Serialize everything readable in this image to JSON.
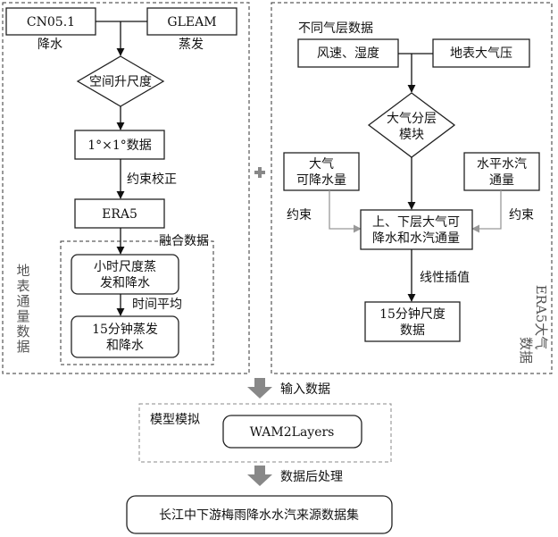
{
  "left_panel": {
    "side_label": [
      "地",
      "表",
      "通",
      "量",
      "数",
      "据"
    ],
    "cn05": {
      "title": "CN05.1",
      "caption": "降水"
    },
    "gleam": {
      "title": "GLEAM",
      "caption": "蒸发"
    },
    "decision": "空间升尺度",
    "grid_box": "1°×1°数据",
    "constraint_label": "约束校正",
    "era5_box": "ERA5",
    "fusion_label": "融合数据",
    "hourly_box": [
      "小时尺度蒸",
      "发和降水"
    ],
    "time_avg_label": "时间平均",
    "min15_box": [
      "15分钟蒸发",
      "和降水"
    ]
  },
  "right_panel": {
    "header": "不同气层数据",
    "side_label": [
      "ERA5大气",
      "数据"
    ],
    "wind_box": "风速、湿度",
    "pressure_box": "地表大气压",
    "decision": [
      "大气分层",
      "模块"
    ],
    "precip_box": [
      "大气",
      "可降水量"
    ],
    "flux_box": [
      "水平水汽",
      "通量"
    ],
    "constraint_left": "约束",
    "constraint_right": "约束",
    "layers_box": [
      "上、下层大气可",
      "降水和水汽通量"
    ],
    "interp_label": "线性插值",
    "min15_box": [
      "15分钟尺度",
      "数据"
    ]
  },
  "bottom": {
    "input_label": "输入数据",
    "model_label": "模型模拟",
    "model_box": "WAM2Layers",
    "post_label": "数据后处理",
    "final_box": "长江中下游梅雨降水水汽来源数据集"
  },
  "colors": {
    "line": "#111111",
    "arrow_gray": "#8c8c8c",
    "dash": "#333333"
  }
}
